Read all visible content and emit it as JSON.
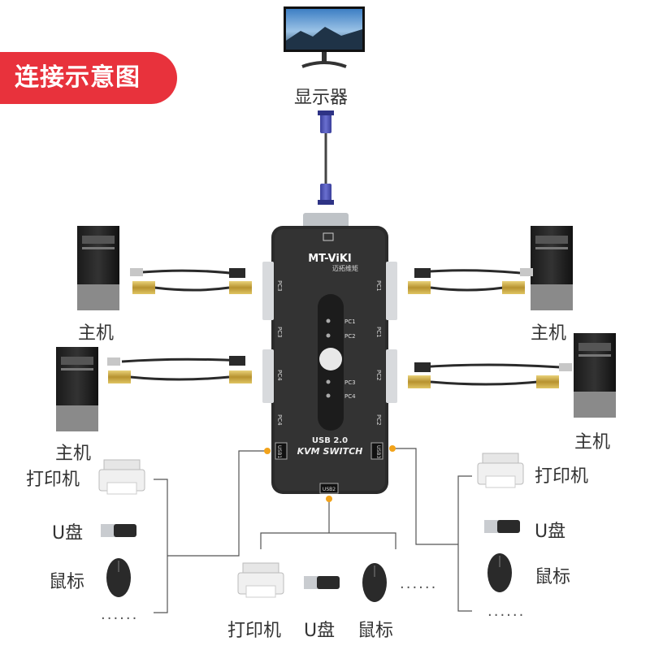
{
  "title": "连接示意图",
  "monitor": {
    "label": "显示器"
  },
  "kvm": {
    "brand": "MT-ViKI",
    "brand_cn": "迈拓维矩",
    "model_line1": "USB 2.0",
    "model_line2": "KVM SWITCH",
    "leds": [
      "PC1",
      "PC2",
      "PC3",
      "PC4"
    ],
    "port_labels_left": [
      "PC3",
      "PC3",
      "PC4",
      "PC4"
    ],
    "port_labels_right": [
      "PC1",
      "PC1",
      "PC2",
      "PC2"
    ],
    "usb_left": "USB1",
    "usb_right": "USB3",
    "usb_bottom": "USB2"
  },
  "hosts": [
    {
      "label": "主机"
    },
    {
      "label": "主机"
    },
    {
      "label": "主机"
    },
    {
      "label": "主机"
    }
  ],
  "left_devices": [
    {
      "label": "打印机",
      "icon": "printer-icon"
    },
    {
      "label": "U盘",
      "icon": "usb-drive-icon"
    },
    {
      "label": "鼠标",
      "icon": "mouse-icon"
    },
    {
      "label": "......"
    }
  ],
  "right_devices": [
    {
      "label": "打印机",
      "icon": "printer-icon"
    },
    {
      "label": "U盘",
      "icon": "usb-drive-icon"
    },
    {
      "label": "鼠标",
      "icon": "mouse-icon"
    },
    {
      "label": "......"
    }
  ],
  "bottom_devices": [
    {
      "label": "打印机",
      "icon": "printer-icon"
    },
    {
      "label": "U盘",
      "icon": "usb-drive-icon"
    },
    {
      "label": "鼠标",
      "icon": "mouse-icon"
    },
    {
      "label": "......"
    }
  ],
  "colors": {
    "accent": "#e8323c",
    "line": "#555555",
    "dot": "#f2a31b",
    "device": "#2a2a2a"
  }
}
